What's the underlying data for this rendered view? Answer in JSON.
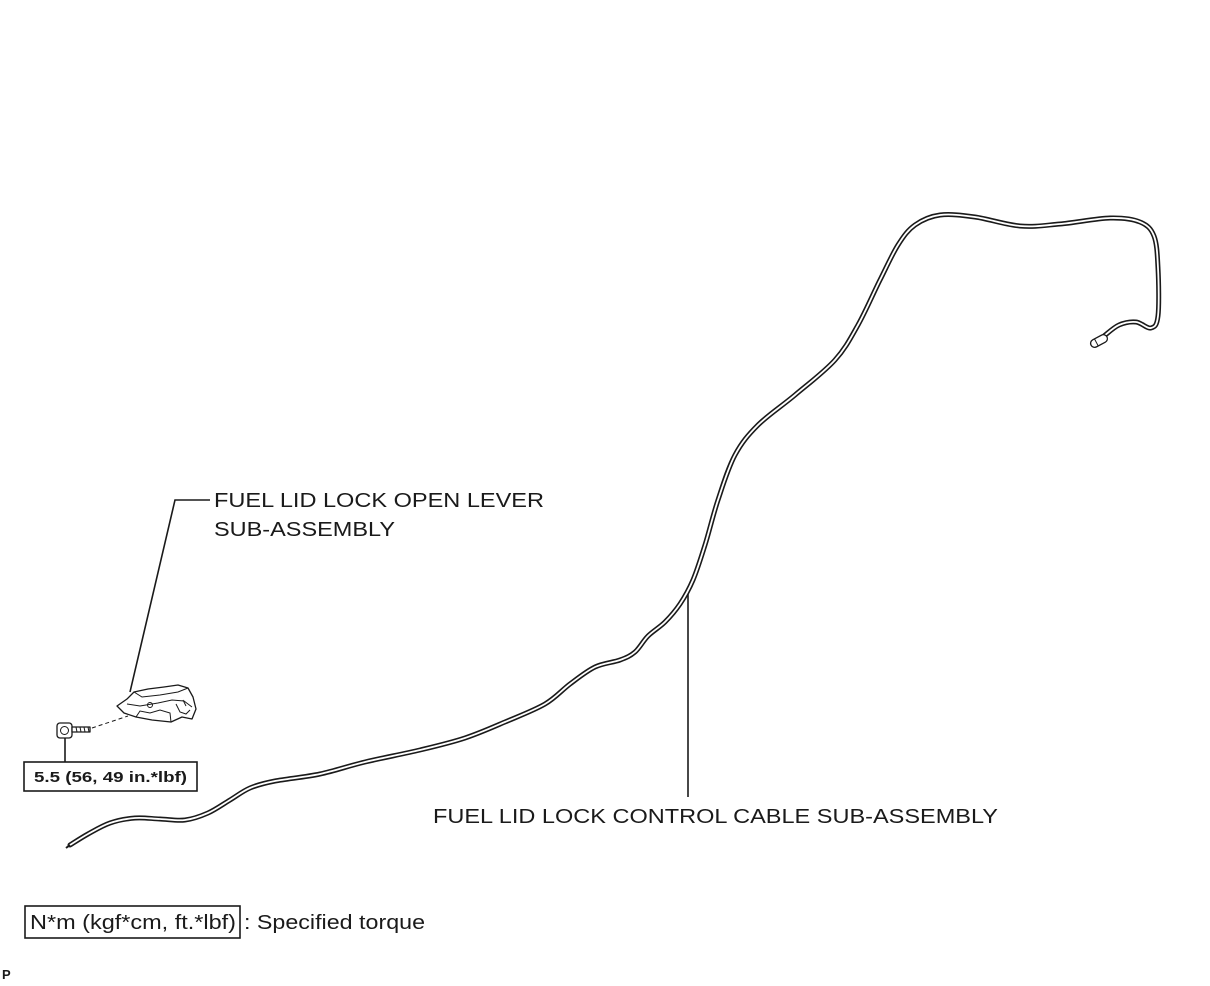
{
  "labels": {
    "open_lever_line1": "FUEL LID LOCK OPEN LEVER",
    "open_lever_line2": "SUB-ASSEMBLY",
    "control_cable": "FUEL LID LOCK CONTROL CABLE SUB-ASSEMBLY"
  },
  "torque": {
    "value": "5.5 (56, 49 in.*lbf)"
  },
  "legend": {
    "unit_box": "N*m (kgf*cm, ft.*lbf)",
    "description": ": Specified torque"
  },
  "corner_mark": "P"
}
